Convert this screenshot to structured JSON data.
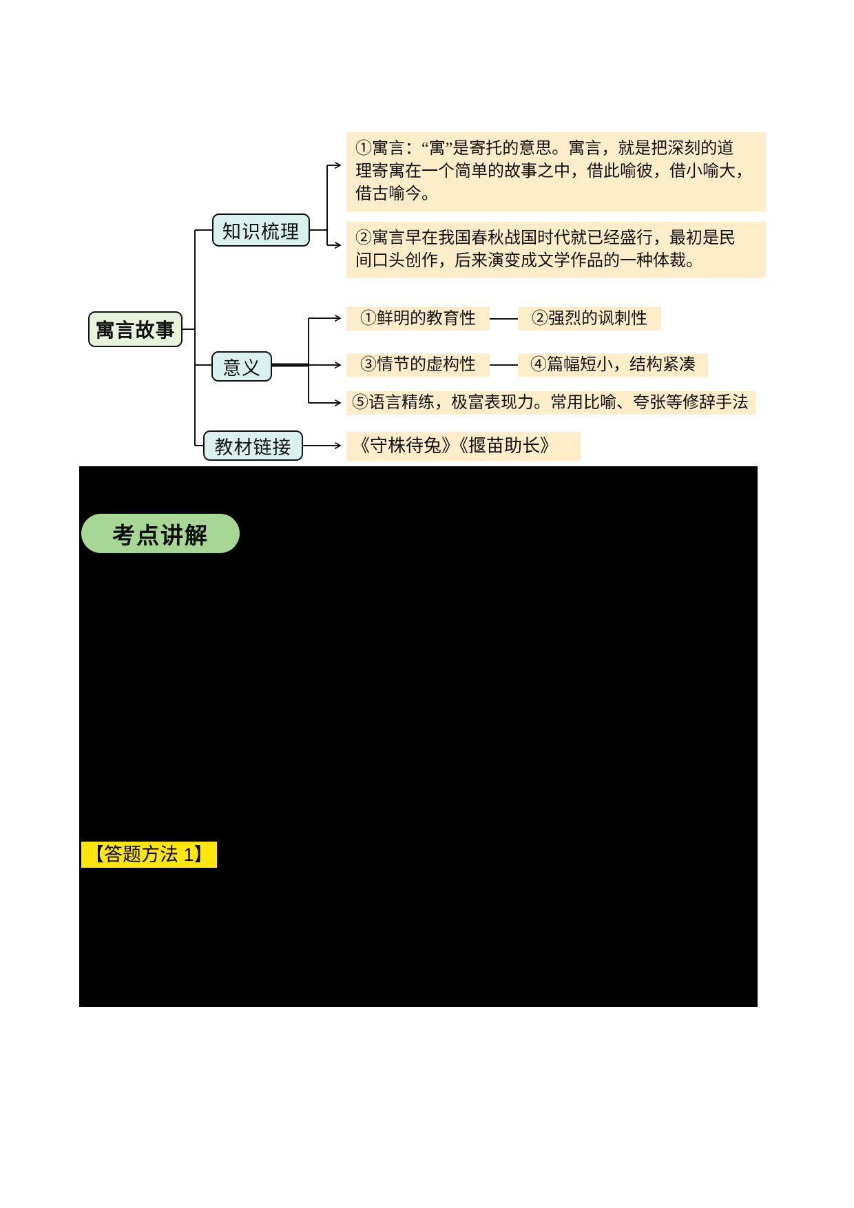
{
  "document": {
    "mindmap": {
      "root": "寓言故事",
      "branch_knowledge": "知识梳理",
      "branch_meaning": "意义",
      "branch_textbook": "教材链接",
      "note_definition": "①寓言：“寓”是寄托的意思。寓言，就是把深刻的道\n理寄寓在一个简单的故事之中，借此喻彼，借小喻大，\n借古喻今。",
      "note_history": "②寓言早在我国春秋战国时代就已经盛行，最初是民\n间口头创作，后来演变成文学作品的一种体裁。",
      "feature_1": "①鲜明的教育性",
      "feature_2": "②强烈的讽刺性",
      "feature_3": "③情节的虚构性",
      "feature_4": "④篇幅短小，结构紧凑",
      "feature_5": "⑤语言精练，极富表现力。常用比喻、夸张等修辞手法",
      "textbook_links": "《守株待兔》《揠苗助长》"
    },
    "sections": {
      "badge": "考点讲解",
      "method_label": "【答题方法 1】"
    },
    "colors": {
      "note_bg": "#fdedc9",
      "branch_bg": "#d9f2ef",
      "root_bg": "#e7f3dd",
      "badge_bg": "#a7d795",
      "method_bg": "#ffe60d",
      "redaction": "#000000"
    }
  }
}
